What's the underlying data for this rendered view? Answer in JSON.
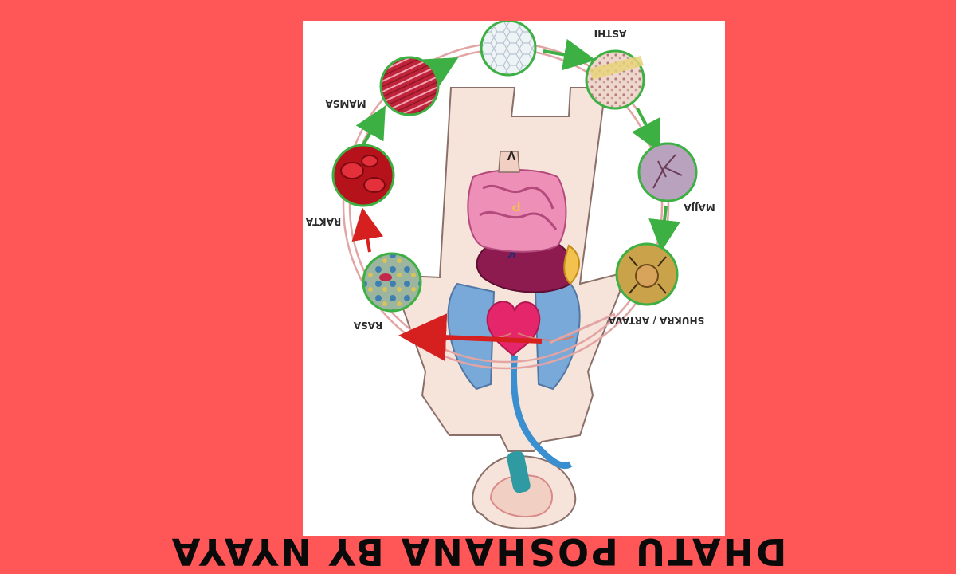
{
  "caption": "DHATU POSHANA BY NYAYA",
  "organs": {
    "v": "V",
    "p": "P",
    "k": "K"
  },
  "dhatus": [
    {
      "name": "rasa-tissue",
      "label": "RASA"
    },
    {
      "name": "rakta-tissue",
      "label": "RAKTA"
    },
    {
      "name": "mamsa-tissue",
      "label": "MAMSA"
    },
    {
      "name": "meda-tissue",
      "label": ""
    },
    {
      "name": "asthi-tissue",
      "label": "ASTHI"
    },
    {
      "name": "majja-tissue",
      "label": "MAJJA"
    },
    {
      "name": "shukra-tissue",
      "label": "SHUKRA / ARTAVA"
    }
  ]
}
